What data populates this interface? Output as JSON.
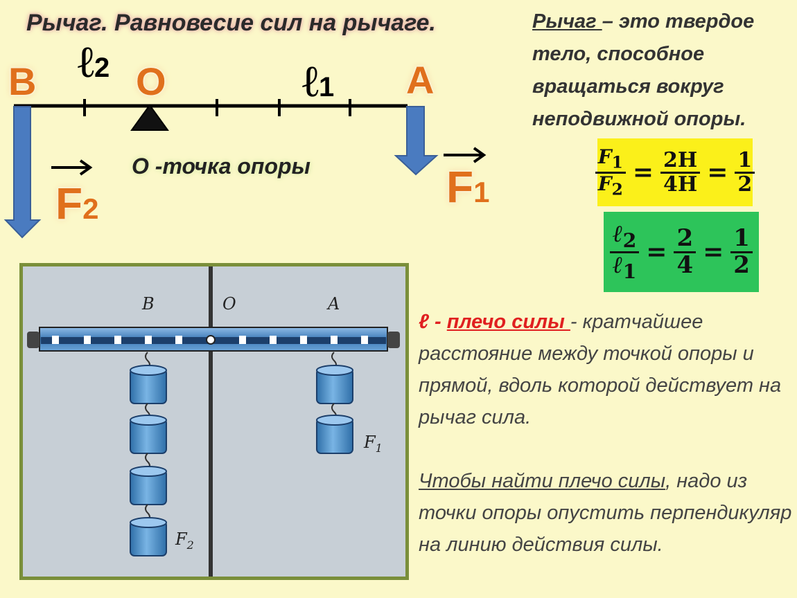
{
  "title": "Рычаг. Равновесие сил на рычаге.",
  "diagram": {
    "point_b": "B",
    "point_o": "O",
    "point_a": "A",
    "arm2_symbol": "ℓ",
    "arm2_sub": "2",
    "arm1_symbol": "ℓ",
    "arm1_sub": "1",
    "fulcrum_label": "О -точка опоры",
    "force2_symbol": "F",
    "force2_sub": "2",
    "force1_symbol": "F",
    "force1_sub": "1",
    "colors": {
      "lever": "#000000",
      "arrow": "#4a7bc0",
      "letters": "#e0701c"
    }
  },
  "definition": {
    "term": "Рычаг ",
    "rest": "– это твердое тело, способное вращаться вокруг неподвижной опоры."
  },
  "formula_forces": {
    "num_left": "F",
    "num_left_sub": "1",
    "den_left": "F",
    "den_left_sub": "2",
    "num_mid": "2Н",
    "den_mid": "4Н",
    "num_right": "1",
    "den_right": "2",
    "bg": "#fbf01a"
  },
  "formula_arms": {
    "num_left": "ℓ",
    "num_left_sub": "2",
    "den_left": "ℓ",
    "den_left_sub": "1",
    "num_mid": "2",
    "den_mid": "4",
    "num_right": "1",
    "den_right": "2",
    "bg": "#2dc45a"
  },
  "arm_definition": {
    "symbol": "ℓ - ",
    "term": "плечо силы ",
    "rest": "- кратчайшее расстояние между точкой опоры и прямой, вдоль которой действует на рычаг сила."
  },
  "arm_method": {
    "term": "Чтобы найти плечо силы",
    "rest": ", надо из точки опоры опустить перпендикуляр на линию действия силы."
  },
  "photo": {
    "label_b": "B",
    "label_o": "O",
    "label_a": "A",
    "label_f1": "F",
    "label_f1_sub": "1",
    "label_f2": "F",
    "label_f2_sub": "2"
  }
}
